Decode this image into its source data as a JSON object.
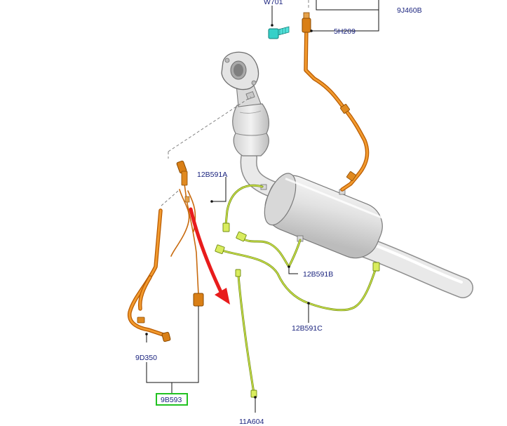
{
  "diagram": {
    "callouts": {
      "w701": "W701",
      "p9j460b": "9J460B",
      "p5h209": "5H209",
      "p12b591a": "12B591A",
      "p12b591b": "12B591B",
      "p12b591c": "12B591C",
      "p9d350": "9D350",
      "p9b593": "9B593",
      "p11a604": "11A604"
    },
    "colors": {
      "callout_text": "#1a237e",
      "highlight_box": "#22c222",
      "sensor_tube": "#f29a2e",
      "harness": "#c9e04a",
      "arrow": "#e81c1c",
      "bolt": "#35d0c8"
    },
    "highlighted_part": "9B593"
  }
}
